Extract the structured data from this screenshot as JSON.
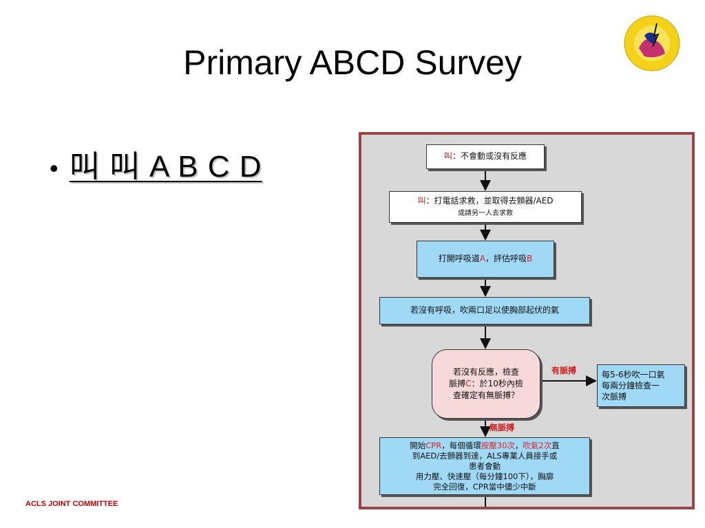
{
  "slide": {
    "title": "Primary ABCD Survey",
    "bullet": "叫 叫 A B C D",
    "footer": "ACLS JOINT COMMITTEE",
    "logo_icon": "acls-committee-logo-icon"
  },
  "flowchart": {
    "box1": {
      "prefix": "叫",
      "text": "：不會動或沒有反應"
    },
    "box2": {
      "prefix": "叫",
      "text": "：打電話求救，並取得去顫器/AED",
      "line2": "或請另一人去求救"
    },
    "box3": {
      "pre": "打開呼吸道",
      "a": "A",
      "mid": "，評估呼吸",
      "b": "B"
    },
    "box4": {
      "text": "若沒有呼吸，吹兩口足以使胸部起伏的氣"
    },
    "box5": {
      "line1": "若沒有反應，檢查",
      "line2a": "脈搏",
      "c": "C",
      "line2b": "：於10秒內檢",
      "line3": "查確定有無脈搏？"
    },
    "label_pulse": "有脈搏",
    "label_nopulse": "無脈搏",
    "box6": {
      "line1": "每5-6秒吹一口氣",
      "line2": "每兩分鐘檢查一",
      "line3": "次脈搏"
    },
    "box7": {
      "l1a": "開始",
      "l1b": "CPR",
      "l1c": "，每個循環",
      "l1d": "按壓30次",
      "l1e": "，",
      "l1f": "吹氣2次",
      "l1g": "直",
      "l2": "到AED/去顫器到達，ALS專業人員接手或",
      "l3": "患者會動",
      "l4": "用力壓、快速壓（每分鐘100下），胸廓",
      "l5": "完全回復，CPR當中儘少中斷"
    }
  }
}
